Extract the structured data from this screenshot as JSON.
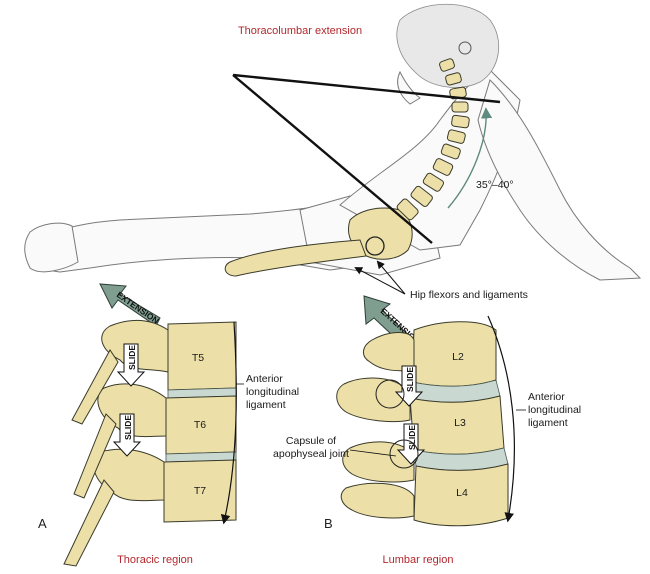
{
  "title": "Thoracolumbar extension",
  "angle_label": "35°–40°",
  "hip_label": "Hip flexors and ligaments",
  "panel_a": {
    "letter": "A",
    "region": "Thoracic region",
    "vertebrae": [
      "T5",
      "T6",
      "T7"
    ],
    "ligament": "Anterior longitudinal ligament",
    "ligament_lines": [
      "Anterior",
      "longitudinal",
      "ligament"
    ],
    "extension": "EXTENSION",
    "slide": "SLIDE"
  },
  "panel_b": {
    "letter": "B",
    "region": "Lumbar region",
    "vertebrae": [
      "L2",
      "L3",
      "L4"
    ],
    "ligament_lines": [
      "Anterior",
      "longitudinal",
      "ligament"
    ],
    "capsule_lines": [
      "Capsule of",
      "apophyseal joint"
    ],
    "extension": "EXTENSION",
    "slide": "SLIDE"
  },
  "colors": {
    "title_red": "#b3282d",
    "bone": "#ece0a8",
    "arrow_green": "#7f9e90"
  }
}
